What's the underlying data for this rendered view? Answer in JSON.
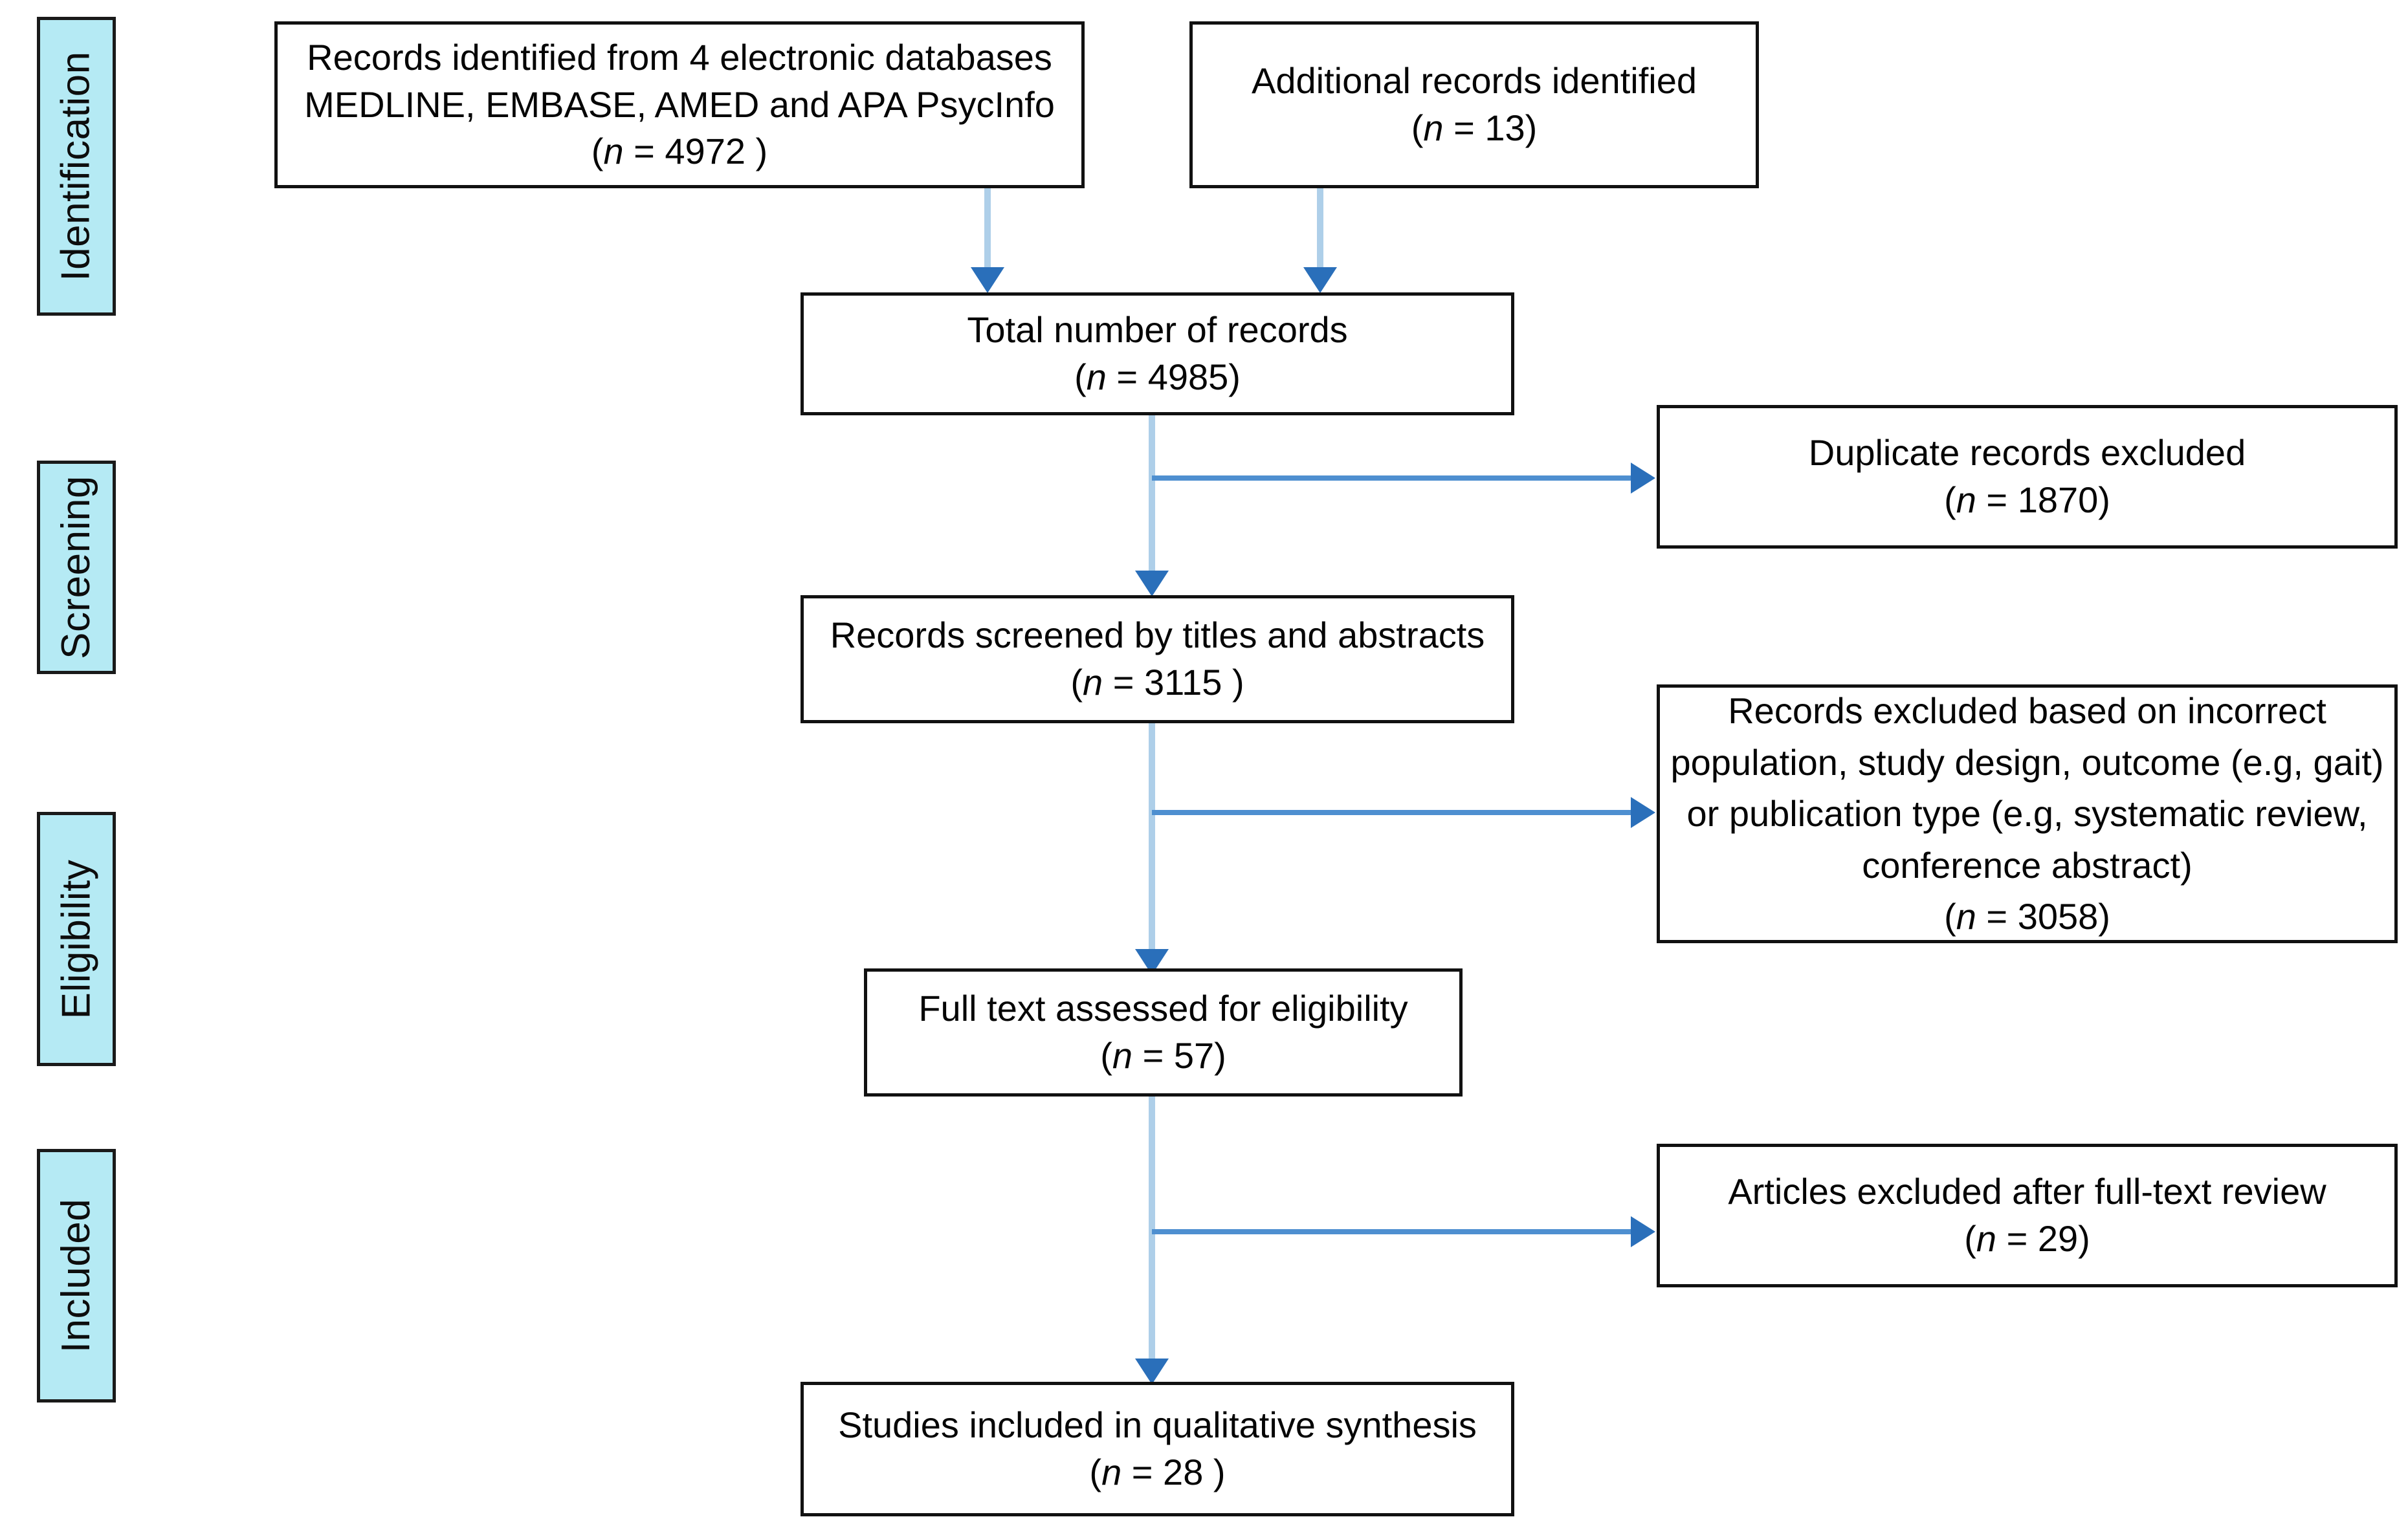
{
  "diagram": {
    "type": "prisma-flow-diagram",
    "title": "PRISMA flow diagram",
    "accent_colors": {
      "stage_bar_fill": "#b5eaf4",
      "stage_bar_border": "#1a1a1a",
      "box_border": "#111111",
      "connector_line": "#aecfe9",
      "connector_line_horizontal": "#4e8fd0",
      "arrow_head": "#2a6fba",
      "background": "#ffffff"
    }
  },
  "stages": [
    {
      "id": "identification",
      "label": "Identification"
    },
    {
      "id": "screening",
      "label": "Screening"
    },
    {
      "id": "eligibility",
      "label": "Eligibility"
    },
    {
      "id": "included",
      "label": "Included"
    }
  ],
  "nodes": {
    "records_identified": {
      "line1": "Records identified from 4 electronic databases",
      "line2": "MEDLINE, EMBASE, AMED and APA PsycInfo",
      "count_open": "(",
      "count_n": "n",
      "count_value": " = 4972 )"
    },
    "additional_records": {
      "line1": "Additional records identified",
      "count_open": "(",
      "count_n": "n",
      "count_value": " = 13)"
    },
    "total_records": {
      "line1": "Total number of records",
      "count_open": "(",
      "count_n": "n",
      "count_value": " = 4985)"
    },
    "duplicates_excluded": {
      "line1": "Duplicate records excluded",
      "count_open": "(",
      "count_n": "n",
      "count_value": " = 1870)"
    },
    "records_screened": {
      "line1": "Records screened by titles and abstracts",
      "count_open": "(",
      "count_n": "n",
      "count_value": " = 3115 )"
    },
    "records_excluded": {
      "line1": "Records excluded based on incorrect population, study design, outcome (e.g, gait) or publication type (e.g, systematic review, conference abstract)",
      "count_open": "(",
      "count_n": "n",
      "count_value": " = 3058)"
    },
    "full_text_assessed": {
      "line1": "Full text assessed for eligibility",
      "count_open": "(",
      "count_n": "n",
      "count_value": " = 57)"
    },
    "articles_excluded": {
      "line1": "Articles excluded after full-text review",
      "count_open": "(",
      "count_n": "n",
      "count_value": " = 29)"
    },
    "studies_included": {
      "line1": "Studies included in qualitative synthesis",
      "count_open": "(",
      "count_n": "n",
      "count_value": " = 28 )"
    }
  },
  "chart_data": {
    "type": "diagram",
    "title": "PRISMA flow diagram",
    "flow": [
      {
        "step": "Records identified from 4 electronic databases MEDLINE, EMBASE, AMED and APA PsycInfo",
        "n": 4972,
        "stage": "Identification",
        "kind": "source"
      },
      {
        "step": "Additional records identified",
        "n": 13,
        "stage": "Identification",
        "kind": "source"
      },
      {
        "step": "Total number of records",
        "n": 4985,
        "stage": "Identification",
        "kind": "main"
      },
      {
        "step": "Duplicate records excluded",
        "n": 1870,
        "stage": "Screening",
        "kind": "excluded"
      },
      {
        "step": "Records screened by titles and abstracts",
        "n": 3115,
        "stage": "Screening",
        "kind": "main"
      },
      {
        "step": "Records excluded based on incorrect population, study design, outcome (e.g, gait) or publication type (e.g, systematic review, conference abstract)",
        "n": 3058,
        "stage": "Eligibility",
        "kind": "excluded"
      },
      {
        "step": "Full text assessed for eligibility",
        "n": 57,
        "stage": "Eligibility",
        "kind": "main"
      },
      {
        "step": "Articles excluded after full-text review",
        "n": 29,
        "stage": "Included",
        "kind": "excluded"
      },
      {
        "step": "Studies included in qualitative synthesis",
        "n": 28,
        "stage": "Included",
        "kind": "main"
      }
    ]
  }
}
